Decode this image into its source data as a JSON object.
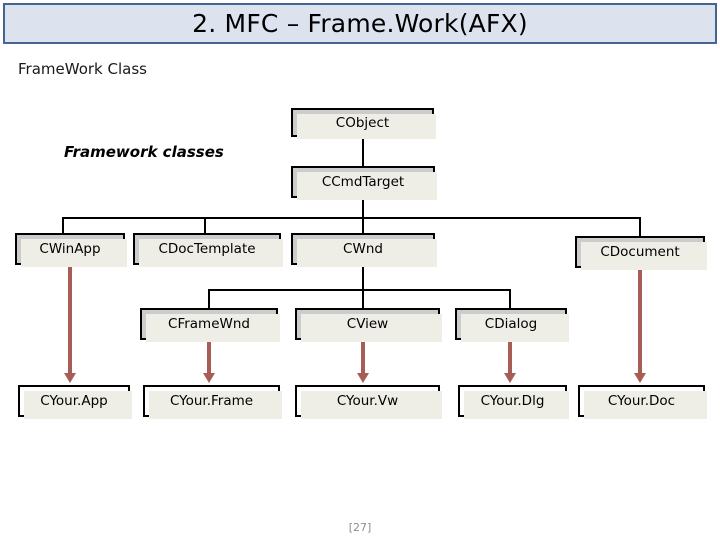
{
  "slide": {
    "title": "2. MFC – Frame.Work(AFX)",
    "subtitle": "FrameWork Class",
    "section_caption": "Framework classes",
    "page_number": "[27]"
  },
  "colors": {
    "title_fill": "#dce3ef",
    "title_border": "#46648f",
    "framework_box_fill": "#cccccc",
    "user_box_fill": "#ffffff",
    "box_border": "#000000",
    "box_shadow": "#eeeee6",
    "connector": "#000000",
    "derivation_arrow": "#a75c55",
    "page_number": "#8e8e8e"
  },
  "diagram": {
    "type": "class-hierarchy",
    "levels": [
      {
        "level": 1,
        "nodes": [
          {
            "id": "cobject",
            "label": "CObject",
            "kind": "framework"
          }
        ]
      },
      {
        "level": 2,
        "nodes": [
          {
            "id": "ccmdtarget",
            "label": "CCmdTarget",
            "kind": "framework"
          }
        ]
      },
      {
        "level": 3,
        "nodes": [
          {
            "id": "cwinapp",
            "label": "CWinApp",
            "kind": "framework"
          },
          {
            "id": "cdoctemplate",
            "label": "CDocTemplate",
            "kind": "framework"
          },
          {
            "id": "cwnd",
            "label": "CWnd",
            "kind": "framework"
          },
          {
            "id": "cdocument",
            "label": "CDocument",
            "kind": "framework"
          }
        ]
      },
      {
        "level": 4,
        "nodes": [
          {
            "id": "cframewnd",
            "label": "CFrameWnd",
            "kind": "framework"
          },
          {
            "id": "cview",
            "label": "CView",
            "kind": "framework"
          },
          {
            "id": "cdialog",
            "label": "CDialog",
            "kind": "framework"
          }
        ]
      },
      {
        "level": 5,
        "nodes": [
          {
            "id": "cyourapp",
            "label": "CYour.App",
            "kind": "user"
          },
          {
            "id": "cyourframe",
            "label": "CYour.Frame",
            "kind": "user"
          },
          {
            "id": "cyourvw",
            "label": "CYour.Vw",
            "kind": "user"
          },
          {
            "id": "cyourdlg",
            "label": "CYour.Dlg",
            "kind": "user"
          },
          {
            "id": "cyourdoc",
            "label": "CYour.Doc",
            "kind": "user"
          }
        ]
      }
    ],
    "inheritance_edges": [
      {
        "from": "cobject",
        "to": "ccmdtarget",
        "style": "solid-black"
      },
      {
        "from": "ccmdtarget",
        "to": "cwinapp",
        "style": "solid-black"
      },
      {
        "from": "ccmdtarget",
        "to": "cdoctemplate",
        "style": "solid-black"
      },
      {
        "from": "ccmdtarget",
        "to": "cwnd",
        "style": "solid-black"
      },
      {
        "from": "ccmdtarget",
        "to": "cdocument",
        "style": "solid-black"
      },
      {
        "from": "cwnd",
        "to": "cframewnd",
        "style": "solid-black"
      },
      {
        "from": "cwnd",
        "to": "cview",
        "style": "solid-black"
      },
      {
        "from": "cwnd",
        "to": "cdialog",
        "style": "solid-black"
      }
    ],
    "derivation_edges": [
      {
        "from": "cwinapp",
        "to": "cyourapp",
        "style": "red-arrow"
      },
      {
        "from": "cframewnd",
        "to": "cyourframe",
        "style": "red-arrow"
      },
      {
        "from": "cview",
        "to": "cyourvw",
        "style": "red-arrow"
      },
      {
        "from": "cdialog",
        "to": "cyourdlg",
        "style": "red-arrow"
      },
      {
        "from": "cdocument",
        "to": "cyourdoc",
        "style": "red-arrow"
      }
    ]
  }
}
